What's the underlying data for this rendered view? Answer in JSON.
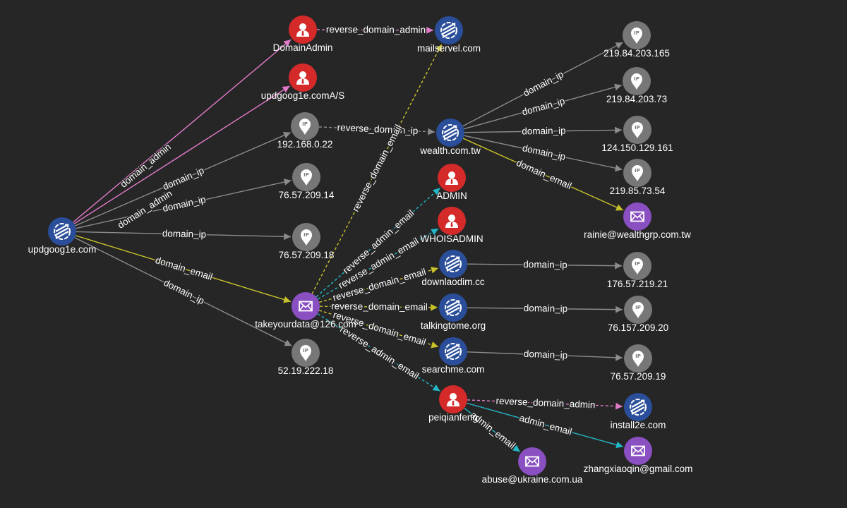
{
  "colors": {
    "background": "#262626",
    "domain": "#2a4e9a",
    "person": "#d42a2a",
    "ip": "#777777",
    "email": "#8a4fc0",
    "edge_admin": "#e07ac8",
    "edge_ip": "#8c8c8c",
    "edge_email": "#c8c22a",
    "edge_admin_email": "#22b8c8",
    "edge_reverse_email": "#c8c22a"
  },
  "nodes": [
    {
      "id": "updgoog1e.com",
      "label": "updgoog1e.com",
      "type": "domain"
    },
    {
      "id": "DomainAdmin",
      "label": "DomainAdmin",
      "type": "person"
    },
    {
      "id": "updgoog1e.comA/S",
      "label": "updgoog1e.comA/S",
      "type": "person"
    },
    {
      "id": "192.168.0.22",
      "label": "192.168.0.22",
      "type": "ip"
    },
    {
      "id": "76.57.209.14",
      "label": "76.57.209.14",
      "type": "ip"
    },
    {
      "id": "76.57.209.18",
      "label": "76.57.209.18",
      "type": "ip"
    },
    {
      "id": "takeyourdata@126.com",
      "label": "takeyourdata@126.com",
      "type": "email"
    },
    {
      "id": "52.19.222.18",
      "label": "52.19.222.18",
      "type": "ip"
    },
    {
      "id": "mailservel.com",
      "label": "mailservel.com",
      "type": "domain"
    },
    {
      "id": "wealth.com.tw",
      "label": "wealth.com.tw",
      "type": "domain"
    },
    {
      "id": "ADMIN",
      "label": "ADMIN",
      "type": "person"
    },
    {
      "id": "WHOISADMIN",
      "label": "WHOISADMIN",
      "type": "person"
    },
    {
      "id": "downlaodim.cc",
      "label": "downlaodim.cc",
      "type": "domain"
    },
    {
      "id": "talkingtome.org",
      "label": "talkingtome.org",
      "type": "domain"
    },
    {
      "id": "searchme.com",
      "label": "searchme.com",
      "type": "domain"
    },
    {
      "id": "peiqianfeng",
      "label": "peiqianfeng",
      "type": "person"
    },
    {
      "id": "219.84.203.165",
      "label": "219.84.203.165",
      "type": "ip"
    },
    {
      "id": "219.84.203.73",
      "label": "219.84.203.73",
      "type": "ip"
    },
    {
      "id": "124.150.129.161",
      "label": "124.150.129.161",
      "type": "ip"
    },
    {
      "id": "219.85.73.54",
      "label": "219.85.73.54",
      "type": "ip"
    },
    {
      "id": "rainie@wealthgrp.com.tw",
      "label": "rainie@wealthgrp.com.tw",
      "type": "email"
    },
    {
      "id": "176.57.219.21",
      "label": "176.57.219.21",
      "type": "ip"
    },
    {
      "id": "76.157.209.20",
      "label": "76.157.209.20",
      "type": "ip"
    },
    {
      "id": "76.57.209.19",
      "label": "76.57.209.19",
      "type": "ip"
    },
    {
      "id": "install2e.com",
      "label": "install2e.com",
      "type": "domain"
    },
    {
      "id": "zhangxiaoqin@gmail.com",
      "label": "zhangxiaoqin@gmail.com",
      "type": "email"
    },
    {
      "id": "abuse@ukraine.com.ua",
      "label": "abuse@ukraine.com.ua",
      "type": "email"
    }
  ],
  "edges": [
    {
      "from": "updgoog1e.com",
      "to": "DomainAdmin",
      "label": "domain_admin",
      "kind": "admin"
    },
    {
      "from": "updgoog1e.com",
      "to": "updgoog1e.comA/S",
      "label": "domain_admin",
      "kind": "admin"
    },
    {
      "from": "updgoog1e.com",
      "to": "192.168.0.22",
      "label": "domain_ip",
      "kind": "ip"
    },
    {
      "from": "updgoog1e.com",
      "to": "76.57.209.14",
      "label": "domain_ip",
      "kind": "ip"
    },
    {
      "from": "updgoog1e.com",
      "to": "76.57.209.18",
      "label": "domain_ip",
      "kind": "ip"
    },
    {
      "from": "updgoog1e.com",
      "to": "takeyourdata@126.com",
      "label": "domain_email",
      "kind": "email"
    },
    {
      "from": "updgoog1e.com",
      "to": "52.19.222.18",
      "label": "domain_ip",
      "kind": "ip"
    },
    {
      "from": "DomainAdmin",
      "to": "mailservel.com",
      "label": "reverse_domain_admin",
      "kind": "admin",
      "dashed": true
    },
    {
      "from": "192.168.0.22",
      "to": "wealth.com.tw",
      "label": "reverse_domain_ip",
      "kind": "ip",
      "dashed": true
    },
    {
      "from": "takeyourdata@126.com",
      "to": "mailservel.com",
      "label": "reverse_domain_email",
      "kind": "reverse_email",
      "dashed": true
    },
    {
      "from": "takeyourdata@126.com",
      "to": "ADMIN",
      "label": "reverse_admin_email",
      "kind": "admin_email",
      "dashed": true
    },
    {
      "from": "takeyourdata@126.com",
      "to": "WHOISADMIN",
      "label": "reverse_admin_email",
      "kind": "admin_email",
      "dashed": true
    },
    {
      "from": "takeyourdata@126.com",
      "to": "downlaodim.cc",
      "label": "reverse_domain_email",
      "kind": "reverse_email",
      "dashed": true
    },
    {
      "from": "takeyourdata@126.com",
      "to": "talkingtome.org",
      "label": "reverse_domain_email",
      "kind": "reverse_email",
      "dashed": true
    },
    {
      "from": "takeyourdata@126.com",
      "to": "searchme.com",
      "label": "reverse_domain_email",
      "kind": "reverse_email",
      "dashed": true
    },
    {
      "from": "takeyourdata@126.com",
      "to": "peiqianfeng",
      "label": "reverse_admin_email",
      "kind": "admin_email",
      "dashed": true
    },
    {
      "from": "wealth.com.tw",
      "to": "219.84.203.165",
      "label": "domain_ip",
      "kind": "ip"
    },
    {
      "from": "wealth.com.tw",
      "to": "219.84.203.73",
      "label": "domain_ip",
      "kind": "ip"
    },
    {
      "from": "wealth.com.tw",
      "to": "124.150.129.161",
      "label": "domain_ip",
      "kind": "ip"
    },
    {
      "from": "wealth.com.tw",
      "to": "219.85.73.54",
      "label": "domain_ip",
      "kind": "ip"
    },
    {
      "from": "wealth.com.tw",
      "to": "rainie@wealthgrp.com.tw",
      "label": "domain_email",
      "kind": "email"
    },
    {
      "from": "downlaodim.cc",
      "to": "176.57.219.21",
      "label": "domain_ip",
      "kind": "ip"
    },
    {
      "from": "talkingtome.org",
      "to": "76.157.209.20",
      "label": "domain_ip",
      "kind": "ip"
    },
    {
      "from": "searchme.com",
      "to": "76.57.209.19",
      "label": "domain_ip",
      "kind": "ip"
    },
    {
      "from": "peiqianfeng",
      "to": "install2e.com",
      "label": "reverse_domain_admin",
      "kind": "admin",
      "dashed": true
    },
    {
      "from": "peiqianfeng",
      "to": "zhangxiaoqin@gmail.com",
      "label": "admin_email",
      "kind": "admin_email"
    },
    {
      "from": "peiqianfeng",
      "to": "abuse@ukraine.com.ua",
      "label": "admin_email",
      "kind": "admin_email"
    }
  ]
}
